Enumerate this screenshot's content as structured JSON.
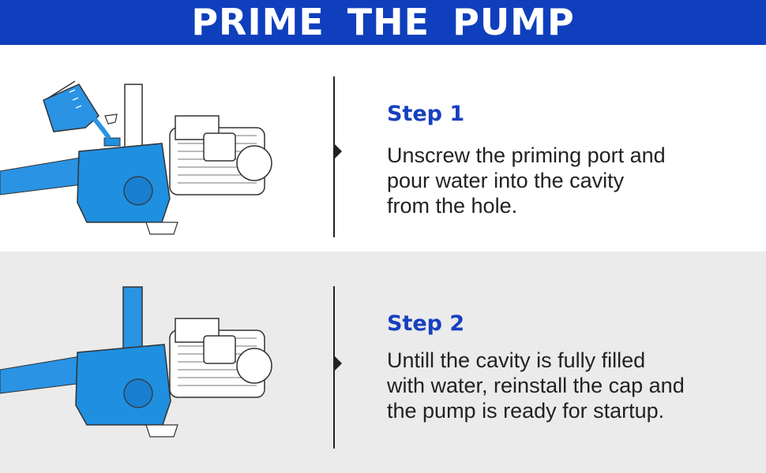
{
  "header": {
    "title": "PRIME THE PUMP"
  },
  "colors": {
    "header_bg": "#0f3fbd",
    "step_title": "#1740c0",
    "water": "#1f8fe0",
    "section2_bg": "#ebebeb"
  },
  "steps": [
    {
      "title": "Step 1",
      "lines": [
        "Unscrew the priming port and",
        "pour water into the cavity",
        "from the hole."
      ],
      "icon": "pump-pouring-water-illustration"
    },
    {
      "title": "Step 2",
      "lines": [
        "Untill the cavity is fully filled",
        "with water, reinstall the cap and",
        "the pump is ready for startup."
      ],
      "icon": "pump-filled-illustration"
    }
  ]
}
